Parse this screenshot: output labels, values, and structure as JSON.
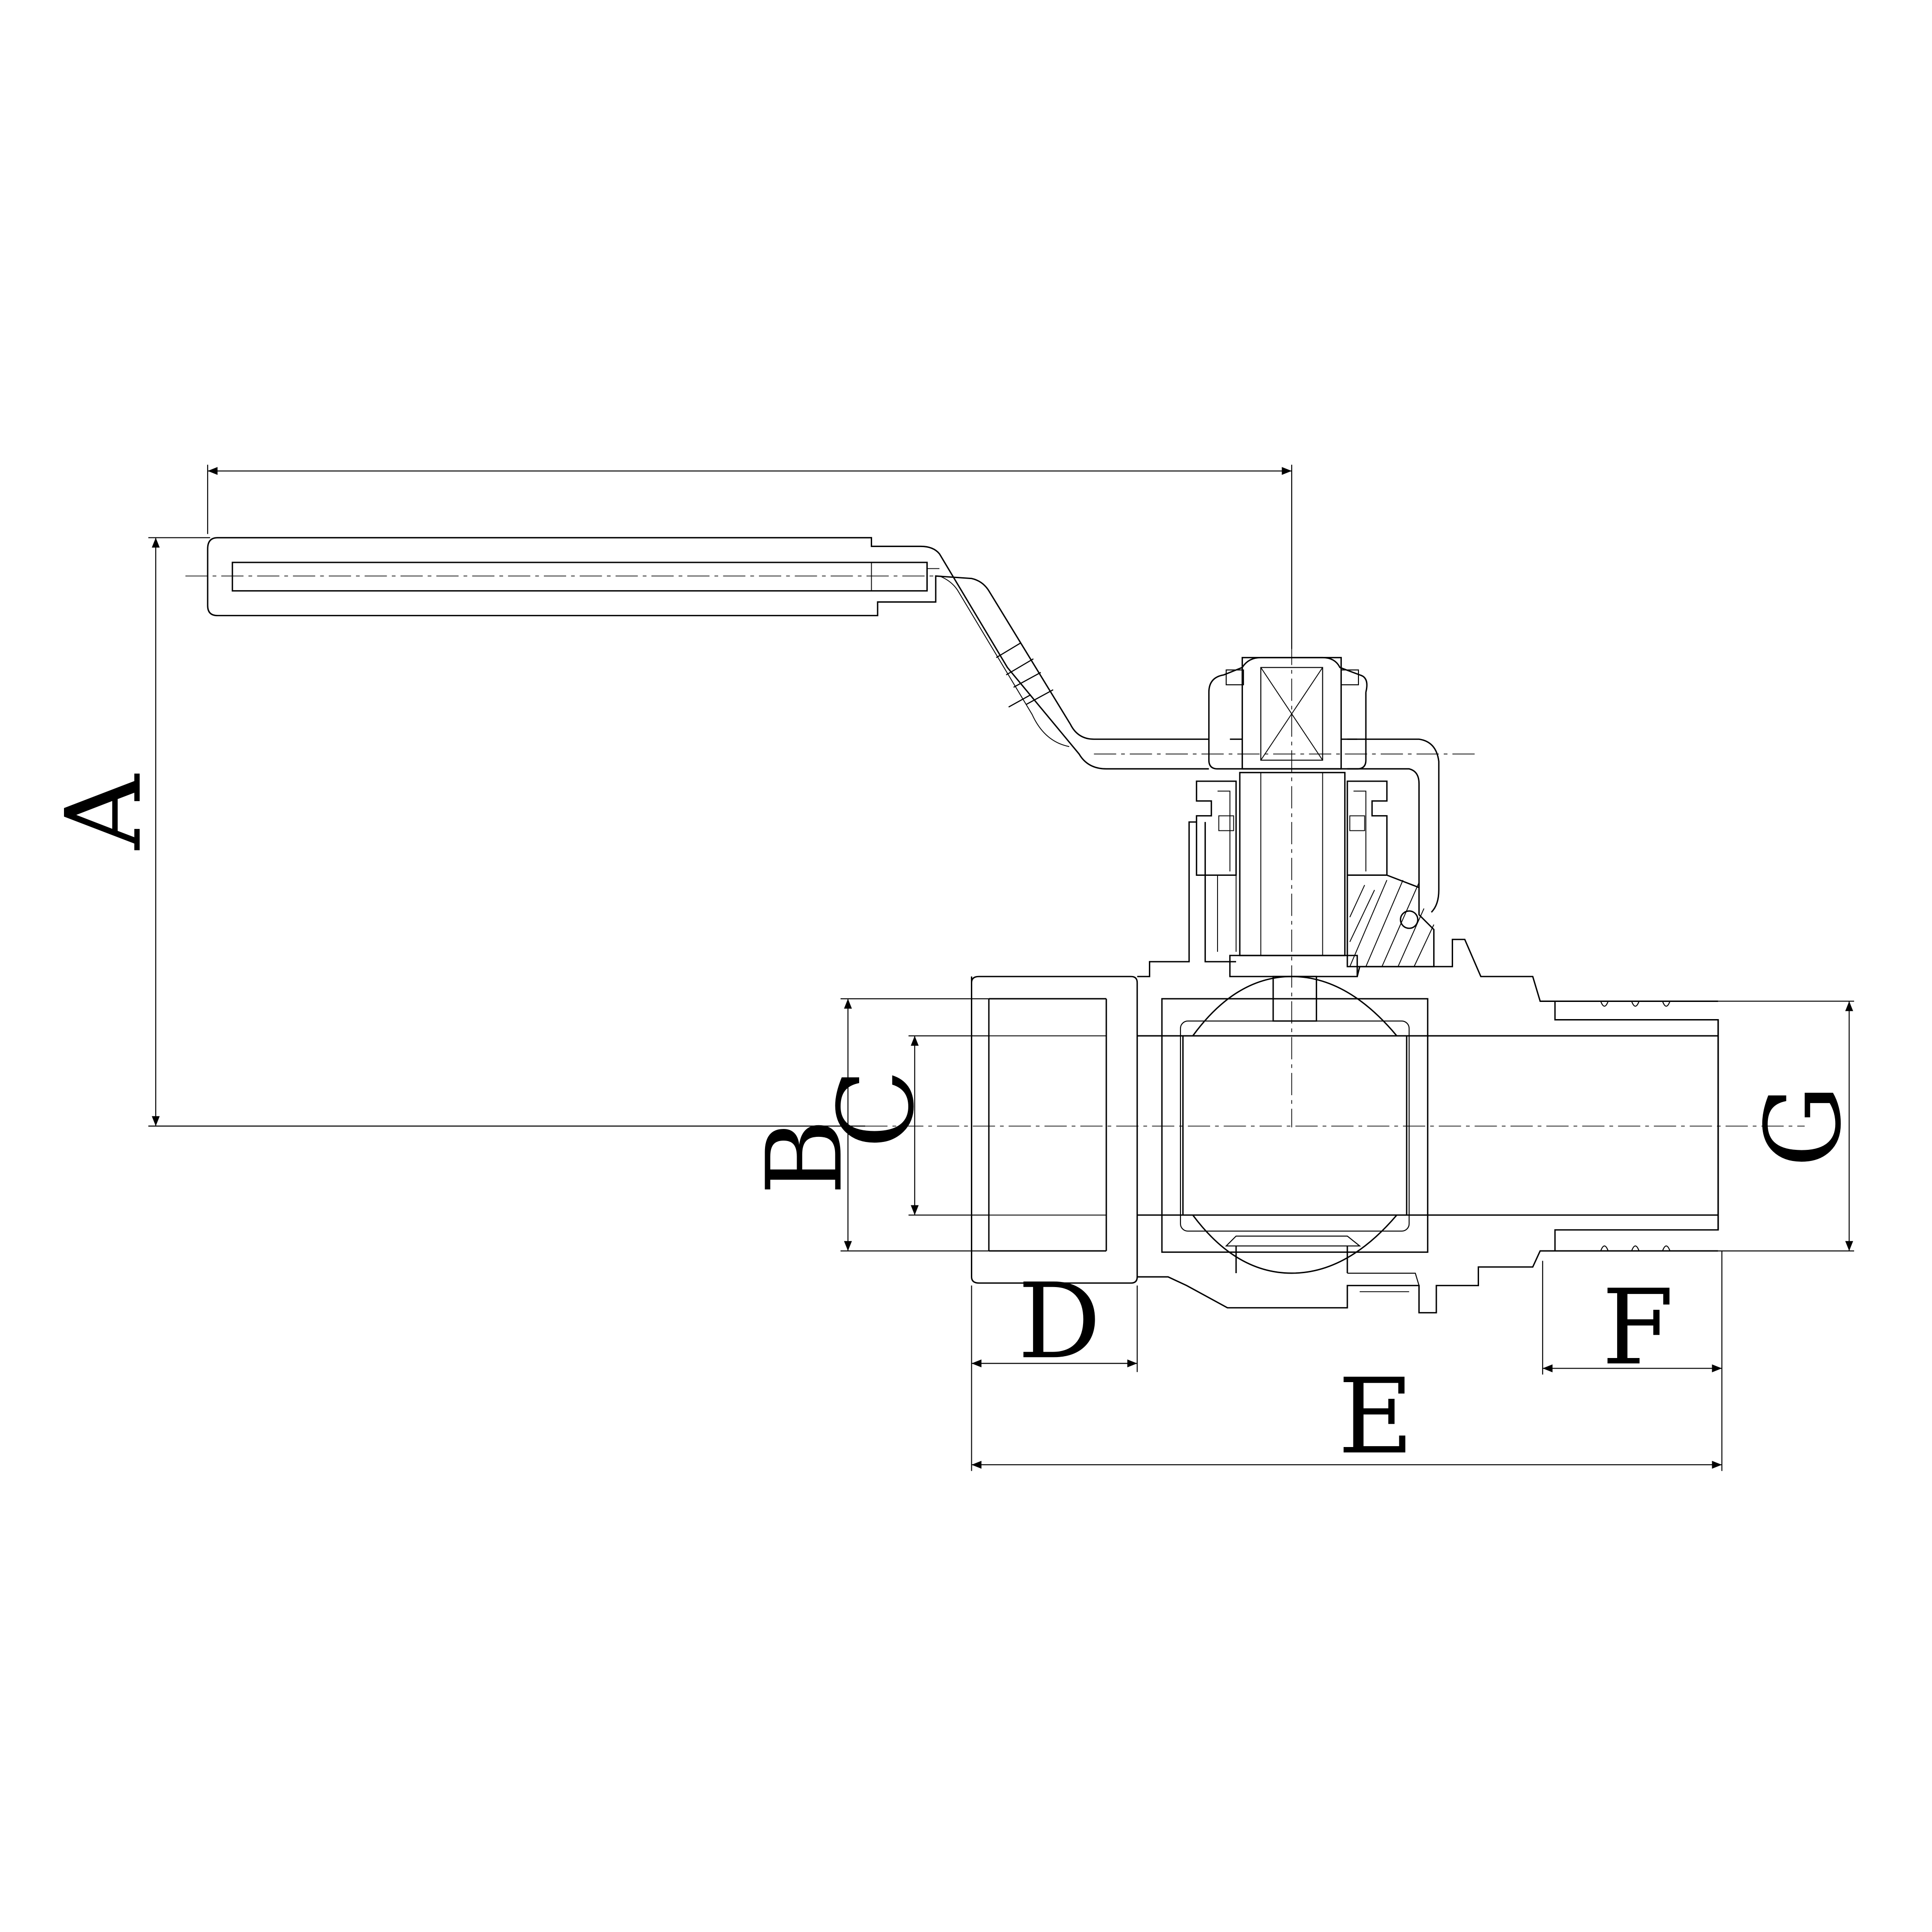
{
  "diagram": {
    "title": "",
    "colors": {
      "line": "#000000",
      "background": "#ffffff"
    },
    "dimensions": {
      "A": "A",
      "B": "B",
      "C": "C",
      "D": "D",
      "E": "E",
      "F": "F",
      "G": "G"
    }
  }
}
